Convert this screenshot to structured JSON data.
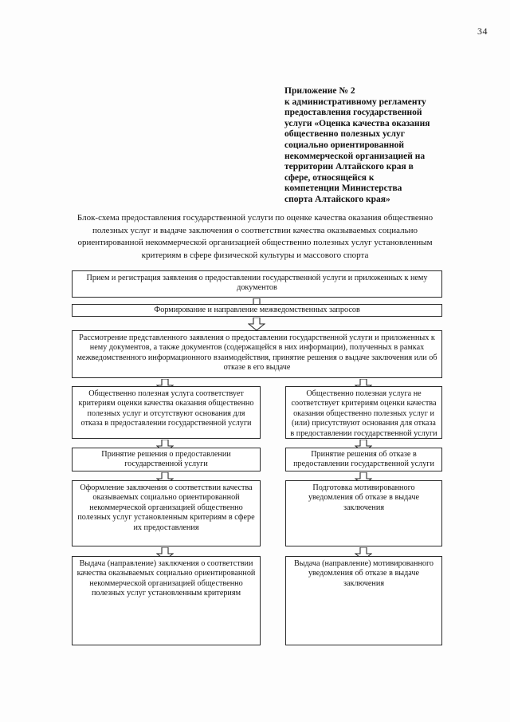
{
  "page": {
    "number": "34"
  },
  "header": {
    "lines": [
      "Приложение № 2",
      "к административному регламенту",
      "предоставления государственной",
      "услуги «Оценка качества оказания",
      "общественно полезных услуг",
      "социально ориентированной",
      "некоммерческой организацией на",
      "территории Алтайского края в",
      "сфере, относящейся к",
      "компетенции Министерства",
      "спорта Алтайского края»"
    ]
  },
  "intro": {
    "text": "Блок-схема предоставления государственной услуги по оценке качества оказания общественно полезных услуг и выдаче заключения о соответствии качества оказываемых социально ориентированной некоммерческой организацией общественно полезных услуг установленным критериям в сфере физической культуры и массового спорта"
  },
  "flowchart": {
    "type": "flowchart",
    "nodes": [
      {
        "id": "n1",
        "text": "Прием и регистрация заявления о предоставлении государственной услуги и приложенных к нему документов"
      },
      {
        "id": "n2",
        "text": "Формирование и направление межведомственных запросов"
      },
      {
        "id": "n3",
        "text": "Рассмотрение представленного заявления о предоставлении государственной услуги и приложенных к нему документов, а также документов (содержащейся в них информации), полученных в рамках межведомственного информационного взаимодействия, принятие решения о  выдаче заключения или об отказе в его выдаче"
      },
      {
        "id": "n4l",
        "text": "Общественно полезная услуга соответствует критериям оценки качества оказания общественно полезных услуг и отсутствуют основания для отказа в предоставлении государственной услуги"
      },
      {
        "id": "n4r",
        "text": "Общественно полезная услуга не соответствует критериям оценки качества оказания общественно полезных услуг и (или) присутствуют основания для отказа в предоставлении государственной услуги"
      },
      {
        "id": "n5l",
        "text": "Принятие решения о предоставлении государственной услуги"
      },
      {
        "id": "n5r",
        "text": "Принятие решения об отказе в предоставлении государственной услуги"
      },
      {
        "id": "n6l",
        "text": "Оформление заключения о соответствии качества оказываемых социально ориентированной некоммерческой организацией общественно полезных услуг установленным критериям в сфере их предоставления"
      },
      {
        "id": "n6r",
        "text": "Подготовка мотивированного уведомления об отказе в выдаче заключения"
      },
      {
        "id": "n7l",
        "text": "Выдача (направление) заключения о соответствии качества оказываемых социально ориентированной некоммерческой организацией общественно полезных услуг установленным критериям"
      },
      {
        "id": "n7r",
        "text": "Выдача (направление) мотивированного уведомления об отказе в выдаче заключения"
      }
    ]
  }
}
